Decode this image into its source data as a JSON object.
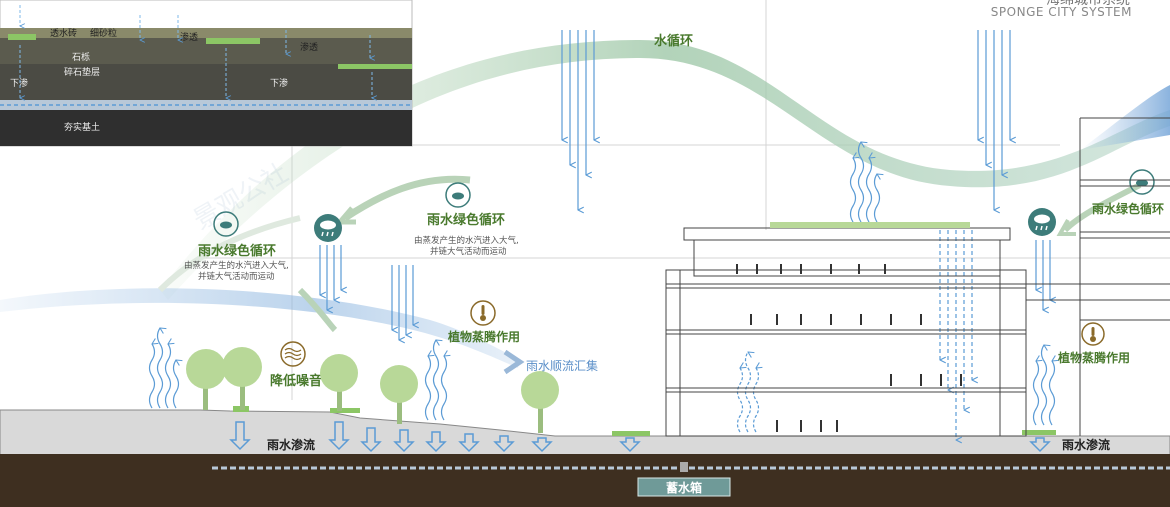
{
  "header": {
    "title_line1": "海绵城市系统",
    "title_line2": "SPONGE CITY SYSTEM"
  },
  "colors": {
    "green_text": "#4a7a2e",
    "teal_icon": "#3d7c7a",
    "rain_blue": "#5b9bd5",
    "soil": "#3e2f20",
    "ground": "#d7d7d7",
    "tree": "#b8d898",
    "grass": "#8cc665"
  },
  "inset": {
    "labels": {
      "permeable_brick": "透水砖",
      "fine_sand": "细砂粒",
      "infiltration_1": "渗透",
      "infiltration_2": "渗透",
      "stone": "石栎",
      "gravel_layer": "碎石垫层",
      "down_seep_1": "下渗",
      "down_seep_2": "下渗",
      "compacted_base": "夯实基土"
    }
  },
  "cycle_labels": {
    "water_cycle": "水循环",
    "green_cycle_center": "雨水绿色循环",
    "green_cycle_center_desc_1": "由蒸发产生的水汽进入大气,",
    "green_cycle_center_desc_2": "并链大气活动而运动",
    "green_cycle_left": "雨水绿色循环",
    "green_cycle_left_desc_1": "由蒸发产生的水汽进入大气,",
    "green_cycle_left_desc_2": "并链大气活动而运动",
    "green_cycle_right": "雨水绿色循环"
  },
  "feature_labels": {
    "plant_transpiration": "植物蒸腾作用",
    "plant_transpiration_right": "植物蒸腾作用",
    "noise_reduction": "降低噪音",
    "runoff_collection": "雨水顺流汇集",
    "infiltration_left": "雨水渗流",
    "infiltration_right": "雨水渗流",
    "storage_tank": "蓄水箱"
  },
  "watermark": "景观公社"
}
